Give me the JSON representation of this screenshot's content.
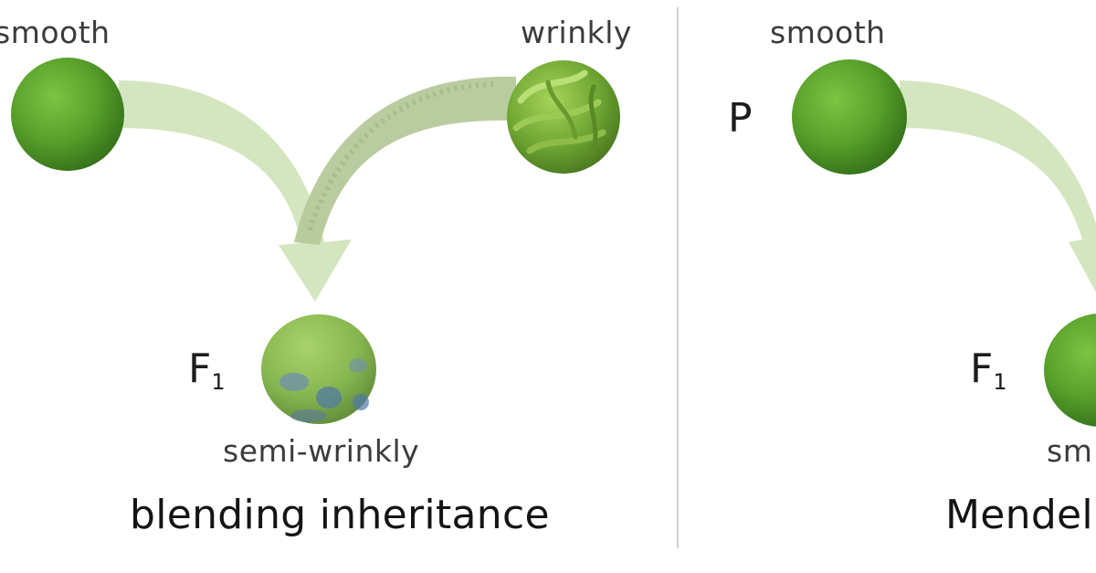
{
  "colors": {
    "arrow_smooth": "#c9dfb0",
    "arrow_wrinkly": "#a9bf8a",
    "pea_green": "#5aa22a",
    "semi_wrinkly_blue": "#4e78a8",
    "divider": "#cfcfcf"
  },
  "left_panel": {
    "parent_a_label": "smooth",
    "parent_b_label": "wrinkly",
    "generation_label_main": "F",
    "generation_label_sub": "1",
    "offspring_label": "semi-wrinkly",
    "title": "blending inheritance"
  },
  "right_panel": {
    "parent_label": "smooth",
    "parent_generation_label": "P",
    "generation_label_main": "F",
    "generation_label_sub": "1",
    "offspring_label": "sm",
    "title": "Mendel"
  }
}
